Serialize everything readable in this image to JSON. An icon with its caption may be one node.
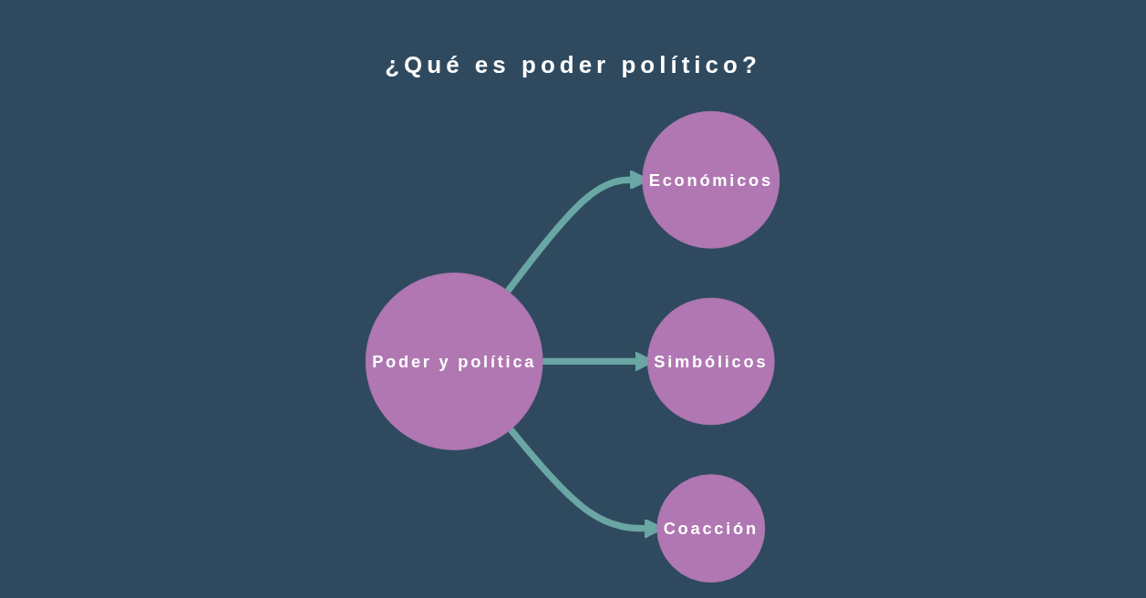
{
  "diagram": {
    "title": "¿Qué es poder político?",
    "nodes": [
      {
        "text": [
          "Económicos"
        ]
      },
      {
        "text": [
          "Simbólicos"
        ]
      },
      {
        "text": [
          "Poder y política"
        ]
      },
      {
        "text": [
          "Coacción"
        ]
      }
    ],
    "edges": [
      {
        "from": 2,
        "to": 0,
        "arrow": "to"
      },
      {
        "from": 2,
        "to": 1,
        "arrow": "to"
      },
      {
        "from": 2,
        "to": 3,
        "arrow": "to"
      }
    ]
  }
}
